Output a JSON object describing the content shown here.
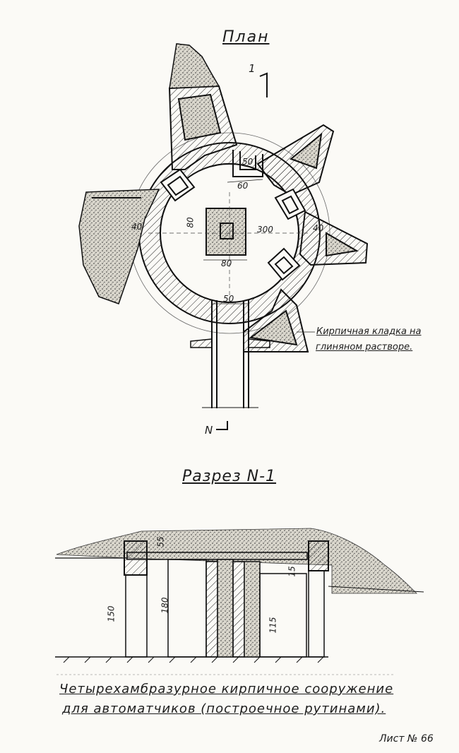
{
  "plan_title": "План",
  "section_title": "Разрез N-1",
  "section_marks": {
    "top": "1",
    "bottom": "N"
  },
  "note": {
    "line1": "Кирпичная кладка на",
    "line2": "глиняном растворе."
  },
  "plan_dims": {
    "notch_w": "50",
    "notch_gap": "60",
    "pillar_h": "80",
    "pillar_w": "80",
    "diameter": "300",
    "wall_left": "40",
    "wall_right": "40",
    "passage": "50"
  },
  "section_dims": {
    "cover": "55",
    "h_left": "150",
    "h_mid": "180",
    "h_right": "115",
    "slot": "15"
  },
  "caption": {
    "line1": "Четырехамбразурное кирпичное сооружение",
    "line2": "для автоматчиков (построечное рутинами)."
  },
  "sheet_number": "Лист № 66"
}
